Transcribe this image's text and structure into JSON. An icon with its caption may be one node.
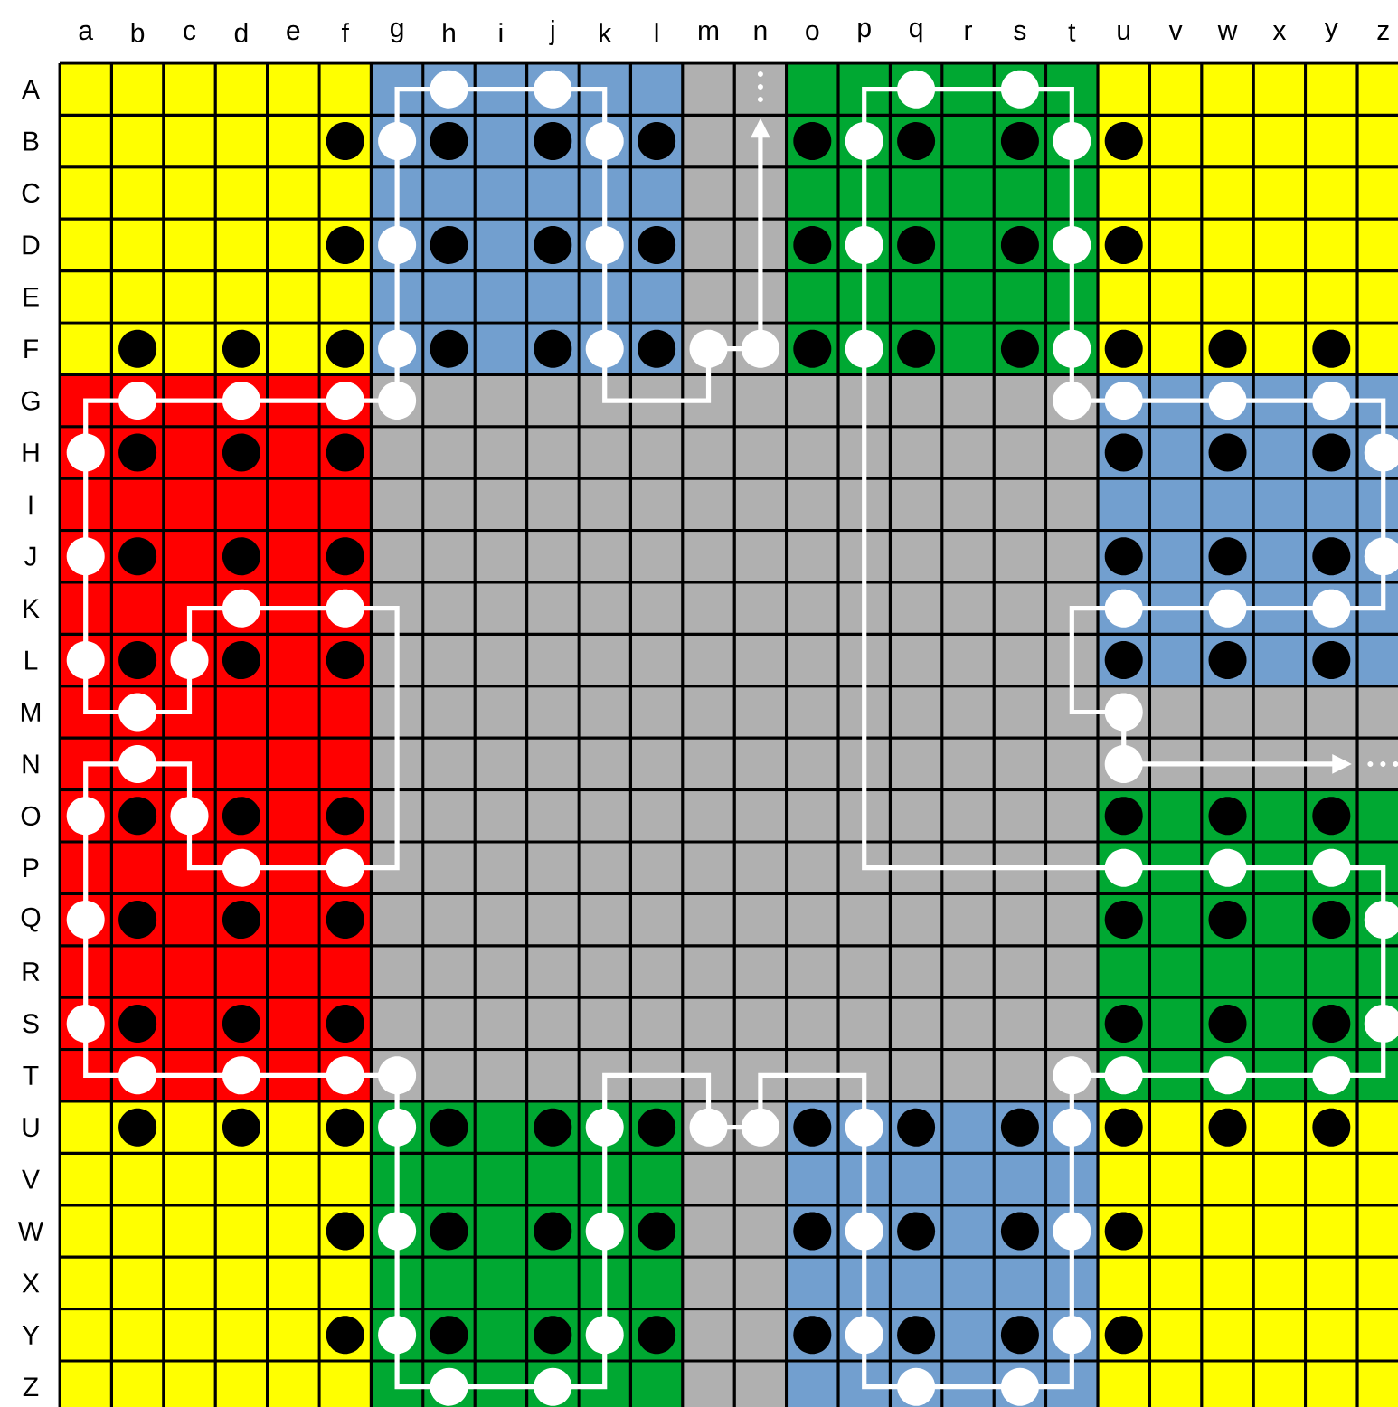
{
  "diagram": {
    "labels": [
      "a",
      "b",
      "c",
      "d",
      "e",
      "f",
      "g",
      "h",
      "i",
      "j",
      "k",
      "l",
      "m",
      "n",
      "o",
      "p",
      "q",
      "r",
      "s",
      "t",
      "u",
      "v",
      "w",
      "x",
      "y",
      "z",
      "A",
      "B",
      "C",
      "D",
      "E",
      "F",
      "G",
      "H",
      "I",
      "J",
      "K",
      "L",
      "M",
      "N",
      "O",
      "P",
      "Q",
      "R",
      "S",
      "T",
      "U",
      "V",
      "W",
      "X",
      "Y",
      "Z"
    ]
  }
}
